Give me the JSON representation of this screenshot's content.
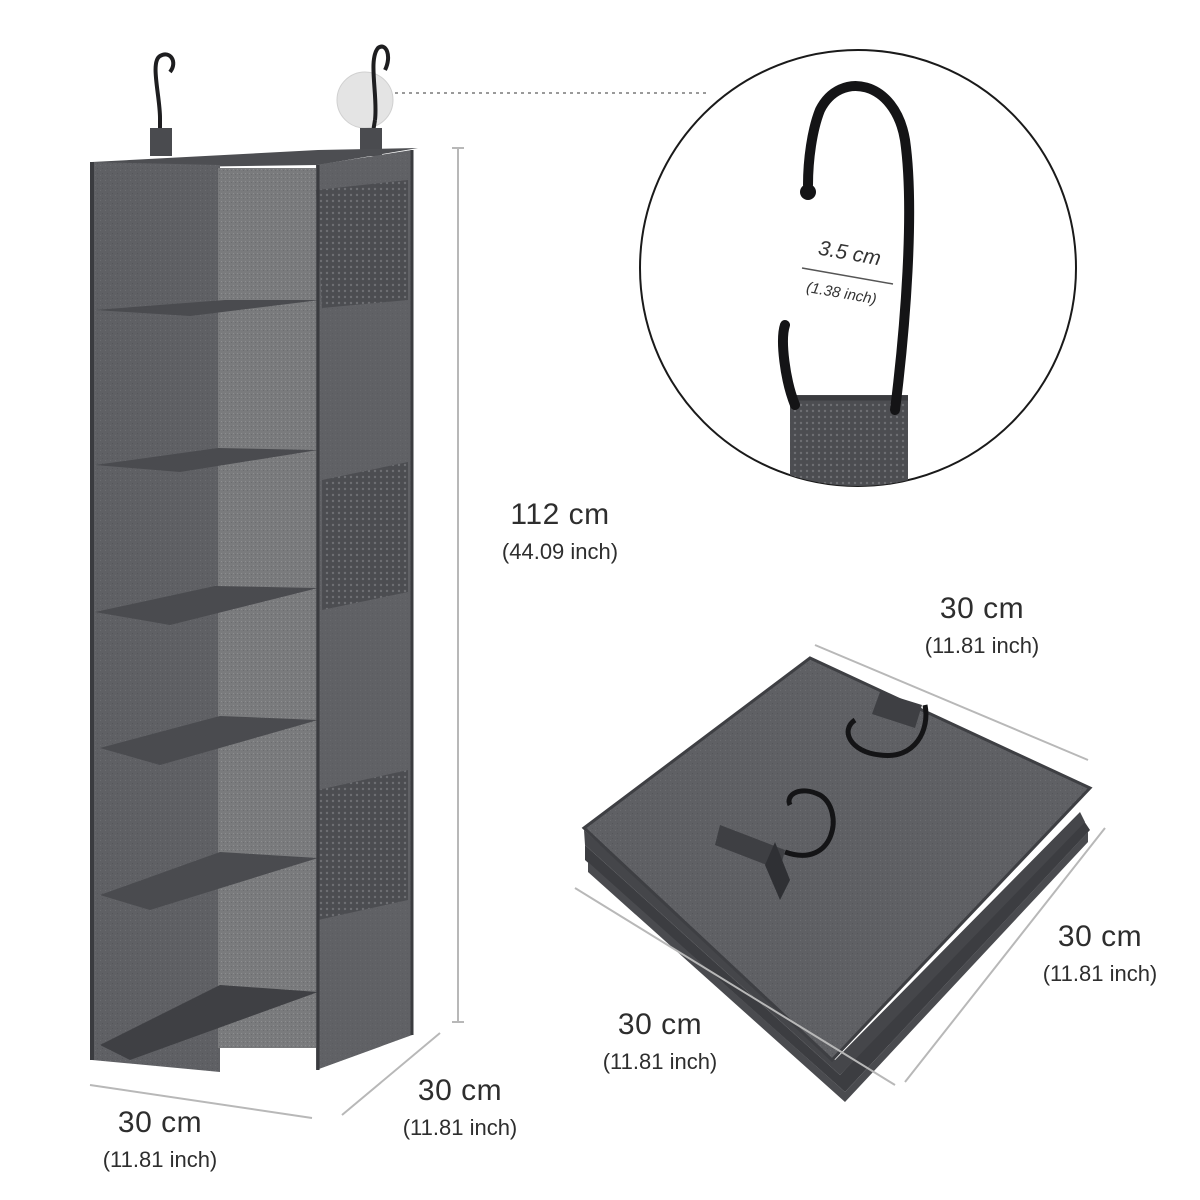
{
  "product": {
    "name": "hanging closet organizer",
    "color": "#5e5f63",
    "felt_color": "#777879"
  },
  "dimensions": {
    "height": {
      "cm": "112 cm",
      "inch": "(44.09 inch)"
    },
    "front_width": {
      "cm": "30 cm",
      "inch": "(11.81 inch)"
    },
    "side_depth": {
      "cm": "30 cm",
      "inch": "(11.81 inch)"
    },
    "folded_top": {
      "cm": "30 cm",
      "inch": "(11.81 inch)"
    },
    "folded_left": {
      "cm": "30 cm",
      "inch": "(11.81 inch)"
    },
    "folded_right": {
      "cm": "30 cm",
      "inch": "(11.81 inch)"
    }
  },
  "hook_detail": {
    "gap_cm": "3.5 cm",
    "gap_inch": "(1.38 inch)"
  }
}
